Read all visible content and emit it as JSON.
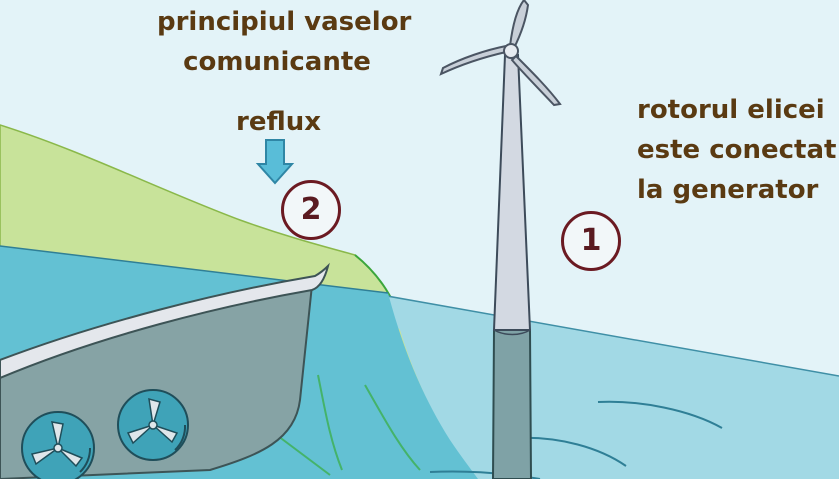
{
  "labels": {
    "principle_line1": "principiul vaselor",
    "principle_line2": "comunicante",
    "reflux": "reflux",
    "rotor_line1": "rotorul elicei",
    "rotor_line2": "este conectat",
    "rotor_line3": "la generator"
  },
  "markers": {
    "one": "1",
    "two": "2"
  },
  "colors": {
    "sky": "#e3f3f8",
    "hill": "#c8e39a",
    "sea": "#63c1d3",
    "sea_light": "#9fd7e3",
    "tower": "#d3d9e2",
    "hull": "#86a3a5",
    "text": "#5a3a12",
    "badge_border": "#6b1a22",
    "arrow": "#4fb3d1"
  }
}
